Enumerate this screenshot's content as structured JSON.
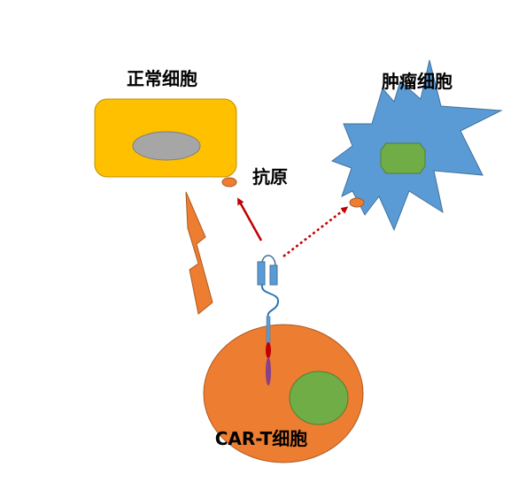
{
  "labels": {
    "normal_cell": "正常细胞",
    "tumor_cell": "肿瘤细胞",
    "antigen": "抗原",
    "car_t_cell": "CAR-T细胞"
  },
  "colors": {
    "normal_cell_body": "#FFC000",
    "normal_cell_nucleus": "#A6A6A6",
    "tumor_cell_body": "#5B9BD5",
    "tumor_cell_nucleus": "#70AD47",
    "car_t_body": "#ED7D31",
    "car_t_nucleus": "#70AD47",
    "antigen": "#ED7D31",
    "lightning": "#ED7D31",
    "receptor": "#5B9BD5",
    "arrow": "#C00000",
    "transmembrane": "#7030A0"
  }
}
